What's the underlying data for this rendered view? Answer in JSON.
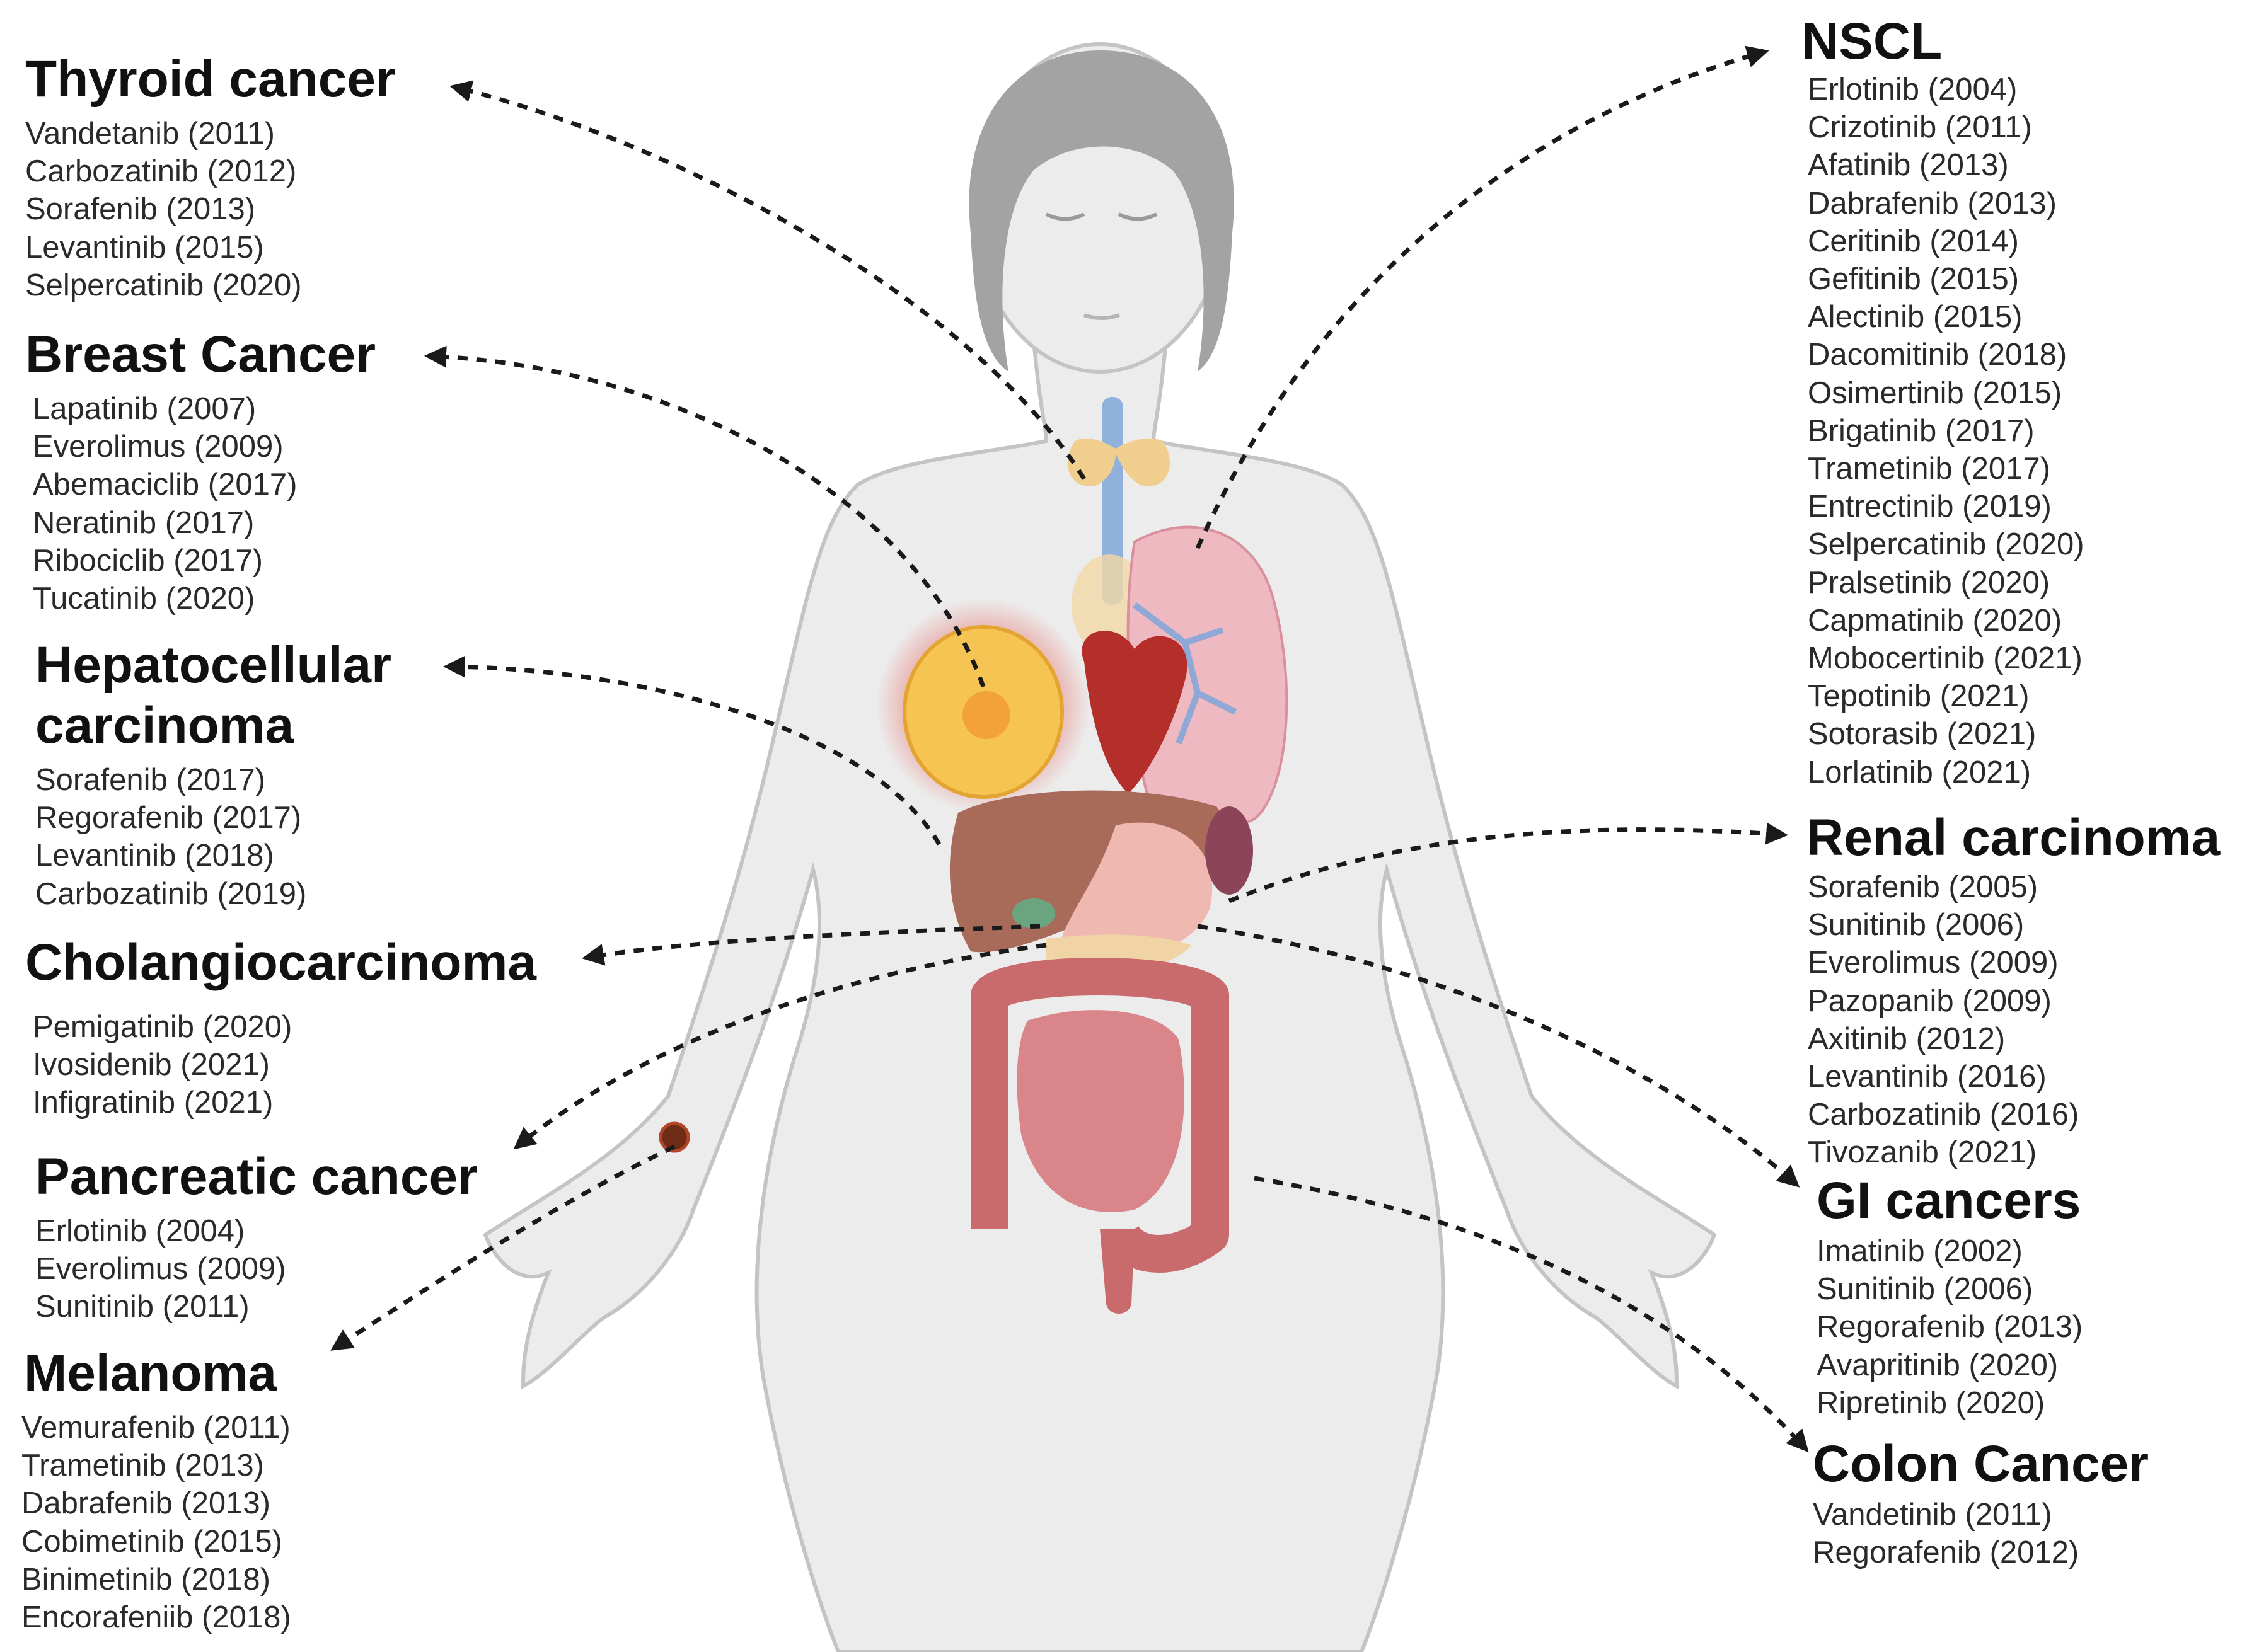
{
  "groups": [
    {
      "id": "thyroid",
      "title": "Thyroid cancer",
      "drugs": [
        "Vandetanib (2011)",
        "Carbozatinib (2012)",
        "Sorafenib (2013)",
        "Levantinib (2015)",
        "Selpercatinib (2020)"
      ]
    },
    {
      "id": "breast",
      "title": "Breast Cancer",
      "drugs": [
        "Lapatinib (2007)",
        "Everolimus (2009)",
        "Abemaciclib (2017)",
        "Neratinib (2017)",
        "Ribociclib (2017)",
        "Tucatinib (2020)"
      ]
    },
    {
      "id": "hepato",
      "title": "Hepatocellular",
      "title2": "carcinoma",
      "drugs": [
        "Sorafenib (2017)",
        "Regorafenib (2017)",
        "Levantinib (2018)",
        "Carbozatinib (2019)"
      ]
    },
    {
      "id": "cholangio",
      "title": "Cholangiocarcinoma",
      "drugs": [
        "Pemigatinib (2020)",
        "Ivosidenib (2021)",
        "Infigratinib (2021)"
      ]
    },
    {
      "id": "pancreatic",
      "title": "Pancreatic cancer",
      "drugs": [
        "Erlotinib (2004)",
        "Everolimus (2009)",
        "Sunitinib (2011)"
      ]
    },
    {
      "id": "melanoma",
      "title": "Melanoma",
      "drugs": [
        "Vemurafenib (2011)",
        "Trametinib (2013)",
        "Dabrafenib (2013)",
        "Cobimetinib (2015)",
        "Binimetinib (2018)",
        "Encorafeniib (2018)"
      ]
    },
    {
      "id": "nscl",
      "title": "NSCL",
      "drugs": [
        "Erlotinib (2004)",
        "Crizotinib (2011)",
        "Afatinib (2013)",
        "Dabrafenib (2013)",
        "Ceritinib (2014)",
        "Gefitinib (2015)",
        "Alectinib (2015)",
        "Dacomitinib (2018)",
        "Osimertinib (2015)",
        "Brigatinib (2017)",
        "Trametinib (2017)",
        "Entrectinib (2019)",
        "Selpercatinib (2020)",
        "Pralsetinib (2020)",
        "Capmatinib (2020)",
        "Mobocertinib  (2021)",
        "Tepotinib (2021)",
        "Sotorasib (2021)",
        "Lorlatinib (2021)"
      ]
    },
    {
      "id": "renal",
      "title": "Renal carcinoma",
      "drugs": [
        "Sorafenib (2005)",
        "Sunitinib (2006)",
        "Everolimus (2009)",
        "Pazopanib (2009)",
        "Axitinib (2012)",
        "Levantinib (2016)",
        "Carbozatinib (2016)",
        "Tivozanib (2021)"
      ]
    },
    {
      "id": "gi",
      "title": "GI cancers",
      "drugs": [
        "Imatinib (2002)",
        "Sunitinib (2006)",
        "Regorafenib (2013)",
        "Avapritinib (2020)",
        "Ripretinib  (2020)"
      ]
    },
    {
      "id": "colon",
      "title": "Colon Cancer",
      "drugs": [
        "Vandetinib (2011)",
        "Regorafenib (2012)"
      ]
    }
  ],
  "colors": {
    "body": "#ececec",
    "body_outline": "#c4c4c4",
    "hair": "#a3a3a3",
    "thyroid": "#f0cf8e",
    "trachea": "#8fb1dc",
    "lung": "#efb9c2",
    "heart": "#b52f2a",
    "breast": "#f6c453",
    "liver": "#a86b5a",
    "stomach": "#efb8b0",
    "kidney": "#8c4458",
    "intestine": "#d9858a",
    "colon": "#c96a6d",
    "tumor": "#6e2c17",
    "arrow": "#1a1a1a"
  }
}
